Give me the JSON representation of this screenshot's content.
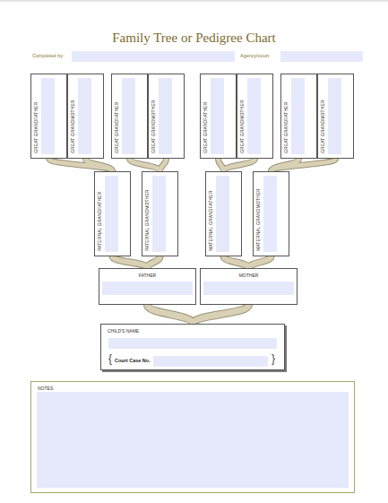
{
  "diagram": {
    "title": "Family Tree or Pedigree Chart",
    "nodes": [
      {
        "text": [
          "GREAT GRANDFATHER"
        ]
      },
      {
        "text": [
          "GREAT GRANDMOTHER"
        ]
      },
      {
        "text": [
          "GREAT GRANDFATHER"
        ]
      },
      {
        "text": [
          "GREAT GRANDMOTHER"
        ]
      },
      {
        "text": [
          "GREAT GRANDFATHER"
        ]
      },
      {
        "text": [
          "GREAT GRANDMOTHER"
        ]
      },
      {
        "text": [
          "GREAT GRANDFATHER"
        ]
      },
      {
        "text": [
          "GREAT GRANDMOTHER"
        ]
      },
      {
        "text": [
          "PATERNAL GRANDFATHER"
        ]
      },
      {
        "text": [
          "PATERNAL GRANDMOTHER"
        ]
      },
      {
        "text": [
          "MATERNAL GRANDFATHER"
        ]
      },
      {
        "text": [
          "MATERNAL GRANDMOTHER"
        ]
      },
      {
        "text": [
          "FATHER"
        ]
      },
      {
        "text": [
          "MOTHER"
        ]
      },
      {
        "text": [
          "CHILD'S NAME"
        ]
      },
      {
        "text": [
          "NOTES"
        ]
      }
    ],
    "edges": [
      {
        "from": 0,
        "to": 8,
        "arrow": "none"
      },
      {
        "from": 1,
        "to": 8,
        "arrow": "none"
      },
      {
        "from": 2,
        "to": 9,
        "arrow": "none"
      },
      {
        "from": 3,
        "to": 9,
        "arrow": "none"
      },
      {
        "from": 4,
        "to": 10,
        "arrow": "none"
      },
      {
        "from": 5,
        "to": 10,
        "arrow": "none"
      },
      {
        "from": 6,
        "to": 11,
        "arrow": "none"
      },
      {
        "from": 7,
        "to": 11,
        "arrow": "none"
      },
      {
        "from": 8,
        "to": 12,
        "arrow": "none"
      },
      {
        "from": 9,
        "to": 12,
        "arrow": "none"
      },
      {
        "from": 10,
        "to": 13,
        "arrow": "none"
      },
      {
        "from": 11,
        "to": 13,
        "arrow": "none"
      },
      {
        "from": 12,
        "to": 14,
        "arrow": "none"
      },
      {
        "from": 13,
        "to": 14,
        "arrow": "none"
      }
    ],
    "labels": [
      "Completed by:",
      "Agency/court:",
      "{",
      "Court Case No.",
      "}"
    ]
  }
}
